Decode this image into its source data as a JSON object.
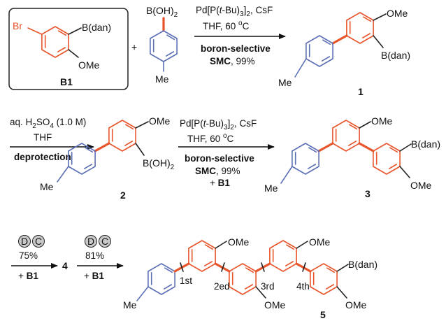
{
  "colors": {
    "orange": "#e8542a",
    "blue": "#5b6fb5",
    "black": "#111111"
  },
  "b1": {
    "br": "Br",
    "bdan": "B(dan)",
    "ome": "OMe",
    "label": "B1"
  },
  "plus": "+",
  "tolylboronic": {
    "boh2": "B(OH)",
    "boh2_sub": "2",
    "me": "Me"
  },
  "step1": {
    "line1_a": "Pd[P(",
    "line1_t": "t",
    "line1_b": "-Bu)",
    "line1_sub": "3",
    "line1_c": "]",
    "line1_sub2": "2",
    "line1_d": ", CsF",
    "line2_a": "THF, 60 ",
    "line2_deg": "o",
    "line2_b": "C",
    "line3": "boron-selective",
    "line4_a": "SMC",
    "line4_b": ", 99%"
  },
  "cmpd1": {
    "ome": "OMe",
    "bdan": "B(dan)",
    "me": "Me",
    "label": "1"
  },
  "step2": {
    "line1_a": "aq. H",
    "line1_sub": "2",
    "line1_b": "SO",
    "line1_sub2": "4",
    "line1_c": " (1.0 M)",
    "line2": "THF",
    "line3": "deprotection"
  },
  "cmpd2": {
    "ome": "OMe",
    "boh2": "B(OH)",
    "boh2_sub": "2",
    "me": "Me",
    "label": "2"
  },
  "step3": {
    "line1_a": "Pd[P(",
    "line1_t": "t",
    "line1_b": "-Bu)",
    "line1_sub": "3",
    "line1_c": "]",
    "line1_sub2": "2",
    "line1_d": ", CsF",
    "line2_a": "THF, 60 ",
    "line2_deg": "o",
    "line2_b": "C",
    "line3": "boron-selective",
    "line4_a": "SMC",
    "line4_b": ", 99%",
    "line5_a": "+ ",
    "line5_b": "B1"
  },
  "cmpd3": {
    "ome_top": "OMe",
    "bdan": "B(dan)",
    "ome_bottom": "OMe",
    "me": "Me",
    "label": "3"
  },
  "cycle1": {
    "d": "D",
    "c": "C",
    "yield": "75%",
    "reagent_a": "+ ",
    "reagent_b": "B1"
  },
  "cmpd4": {
    "label": "4"
  },
  "cycle2": {
    "d": "D",
    "c": "C",
    "yield": "81%",
    "reagent_a": "+ ",
    "reagent_b": "B1"
  },
  "cmpd5": {
    "ome_1": "OMe",
    "ome_2": "OMe",
    "ome_3": "OMe",
    "ome_4": "OMe",
    "bdan": "B(dan)",
    "me": "Me",
    "bond_labels": [
      "1st",
      "2ed",
      "3rd",
      "4th"
    ],
    "label": "5"
  }
}
